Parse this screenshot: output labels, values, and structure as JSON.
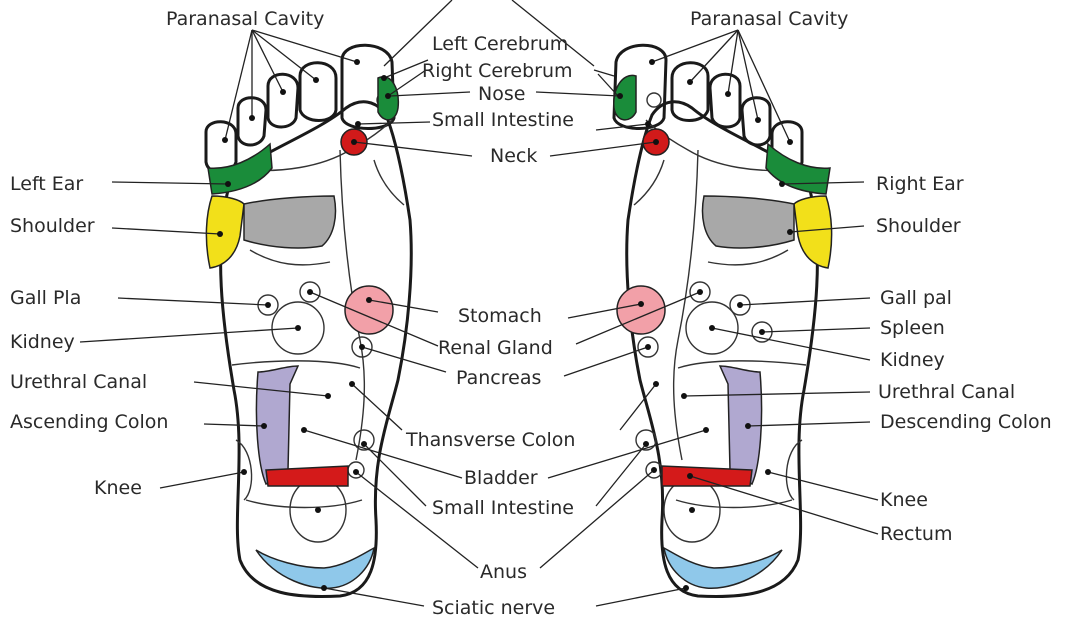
{
  "labels": {
    "paranasal_left": "Paranasal Cavity",
    "paranasal_right": "Paranasal Cavity",
    "left_cerebrum": "Left Cerebrum",
    "right_cerebrum": "Right Cerebrum",
    "nose": "Nose",
    "small_intestine_top": "Small Intestine",
    "neck": "Neck",
    "left_ear": "Left Ear",
    "right_ear": "Right Ear",
    "shoulder_left": "Shoulder",
    "shoulder_right": "Shoulder",
    "gall_left": "Gall Pla",
    "gall_right": "Gall pal",
    "stomach": "Stomach",
    "spleen": "Spleen",
    "kidney_left": "Kidney",
    "kidney_right": "Kidney",
    "renal_gland": "Renal Gland",
    "pancreas": "Pancreas",
    "urethral_left": "Urethral Canal",
    "urethral_right": "Urethral Canal",
    "ascending_colon": "Ascending Colon",
    "descending_colon": "Descending Colon",
    "transverse_colon": "Thansverse Colon",
    "knee_left": "Knee",
    "knee_right": "Knee",
    "bladder": "Bladder",
    "small_intestine_bottom": "Small Intestine",
    "rectum": "Rectum",
    "anus": "Anus",
    "sciatic_nerve": "Sciatic nerve"
  },
  "zone_colors": {
    "brain_nose": "#1a8c3a",
    "ear": "#1a8c3a",
    "shoulder": "#f2e01a",
    "neck": "#d11a1a",
    "heart_area": "#a8a8a8",
    "stomach": "#f2a0a8",
    "colon": "#b0a8d0",
    "transverse": "#d41a1a",
    "sciatic": "#8fc8ea"
  }
}
